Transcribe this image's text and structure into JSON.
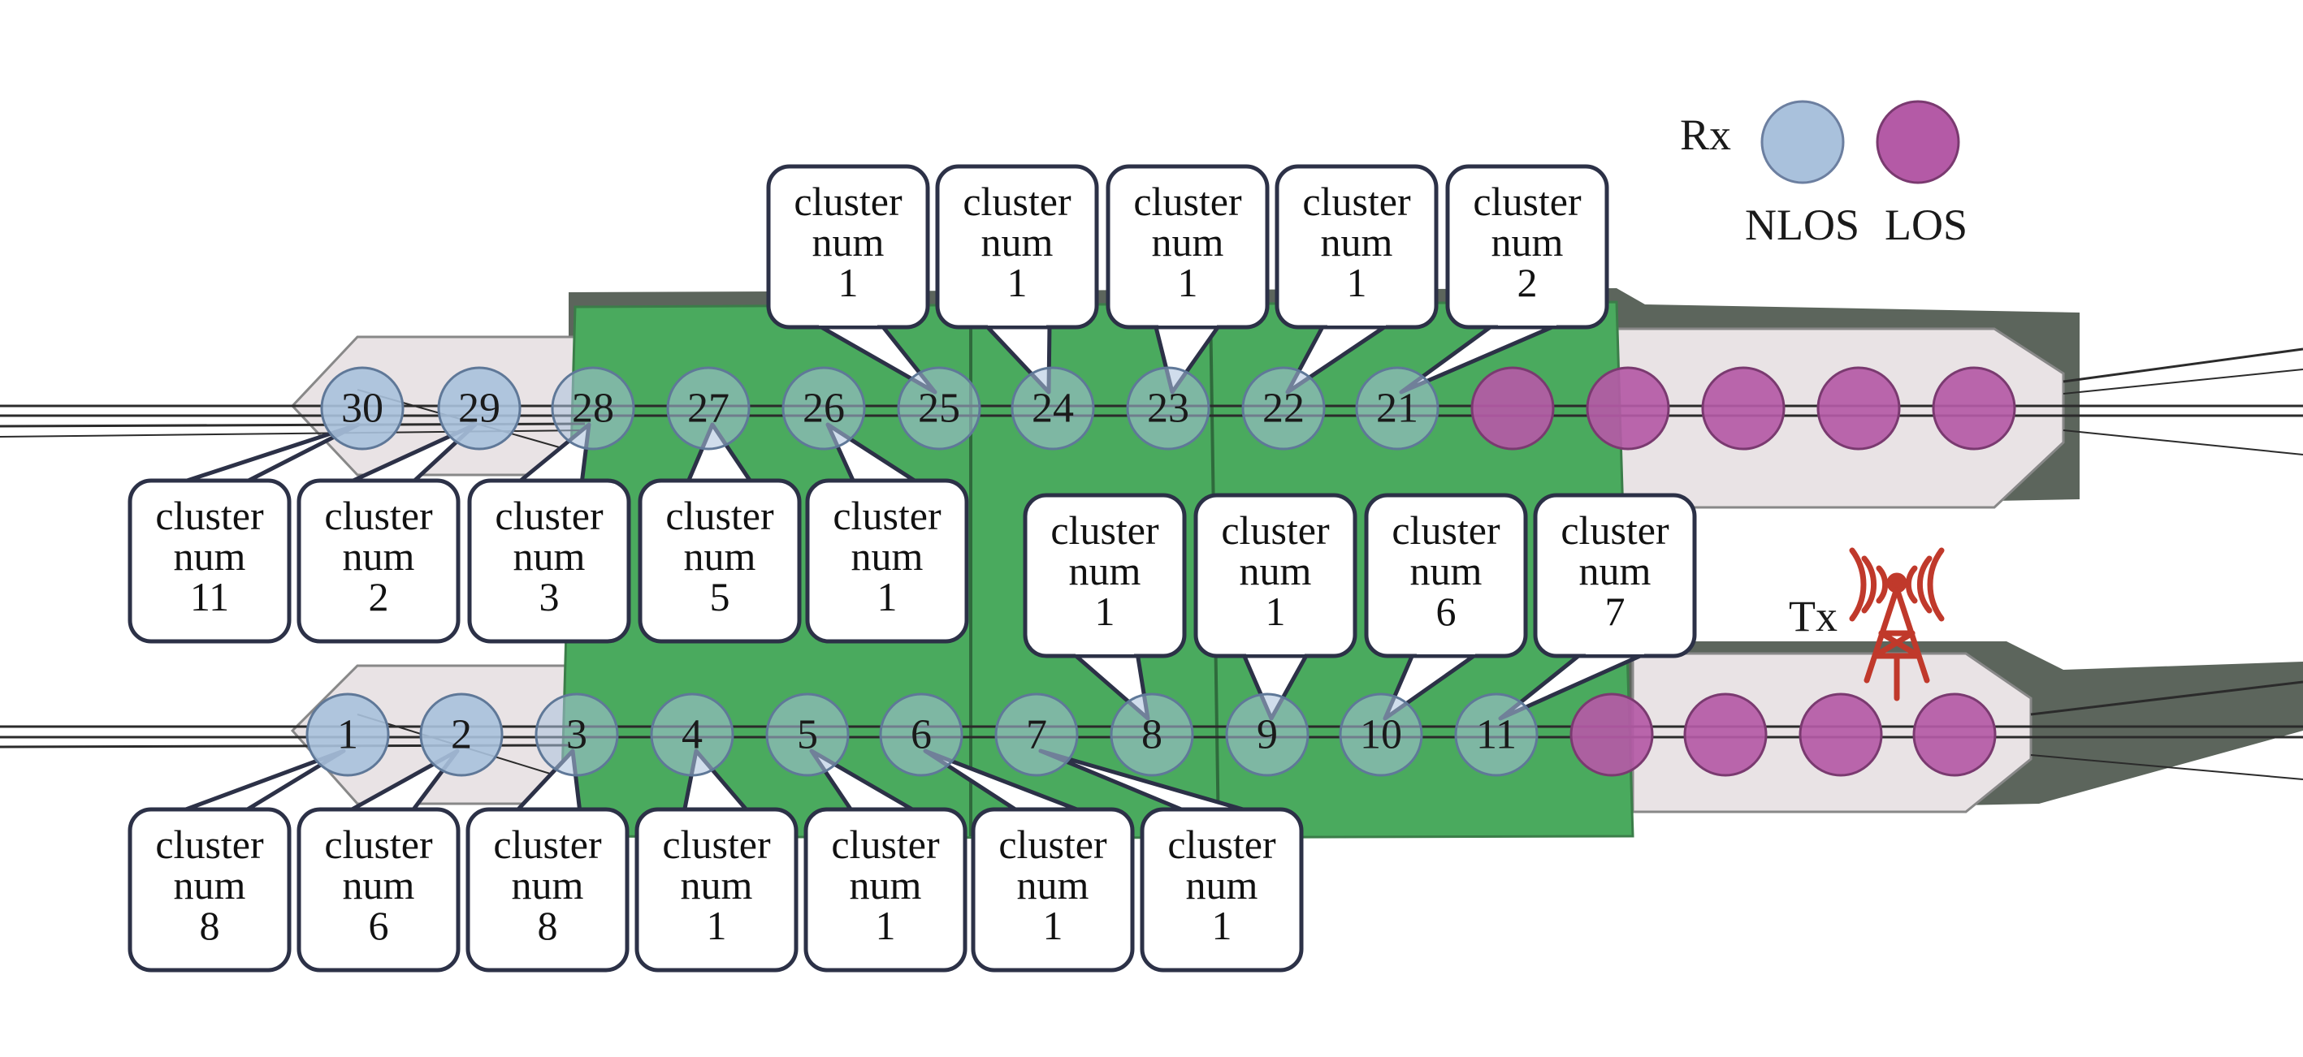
{
  "colors": {
    "nlos": "#a9c1dc",
    "los": "#b45aa6",
    "green": "#4aaa5e",
    "platform": "#e9e3e5",
    "tower": "#c0392b",
    "callout_border": "#2c3147"
  },
  "legend": {
    "rx_label": "Rx",
    "nlos_label": "NLOS",
    "los_label": "LOS",
    "tx_label": "Tx"
  },
  "callout_text": {
    "line1": "cluster",
    "line2": "num"
  },
  "points": [
    {
      "id": "1",
      "type": "NLOS"
    },
    {
      "id": "2",
      "type": "NLOS"
    },
    {
      "id": "3",
      "type": "NLOS"
    },
    {
      "id": "4",
      "type": "NLOS"
    },
    {
      "id": "5",
      "type": "NLOS"
    },
    {
      "id": "6",
      "type": "NLOS"
    },
    {
      "id": "7",
      "type": "NLOS"
    },
    {
      "id": "8",
      "type": "NLOS"
    },
    {
      "id": "9",
      "type": "NLOS"
    },
    {
      "id": "10",
      "type": "NLOS"
    },
    {
      "id": "11",
      "type": "NLOS"
    },
    {
      "id": "",
      "type": "LOS"
    },
    {
      "id": "",
      "type": "LOS"
    },
    {
      "id": "",
      "type": "LOS"
    },
    {
      "id": "",
      "type": "LOS"
    },
    {
      "id": "30",
      "type": "NLOS"
    },
    {
      "id": "29",
      "type": "NLOS"
    },
    {
      "id": "28",
      "type": "NLOS"
    },
    {
      "id": "27",
      "type": "NLOS"
    },
    {
      "id": "26",
      "type": "NLOS"
    },
    {
      "id": "25",
      "type": "NLOS"
    },
    {
      "id": "24",
      "type": "NLOS"
    },
    {
      "id": "23",
      "type": "NLOS"
    },
    {
      "id": "22",
      "type": "NLOS"
    },
    {
      "id": "21",
      "type": "NLOS"
    },
    {
      "id": "",
      "type": "LOS"
    },
    {
      "id": "",
      "type": "LOS"
    },
    {
      "id": "",
      "type": "LOS"
    },
    {
      "id": "",
      "type": "LOS"
    },
    {
      "id": "",
      "type": "LOS"
    }
  ],
  "callouts": [
    {
      "point": "30",
      "value": "11"
    },
    {
      "point": "29",
      "value": "2"
    },
    {
      "point": "28",
      "value": "3"
    },
    {
      "point": "27",
      "value": "5"
    },
    {
      "point": "26",
      "value": "1"
    },
    {
      "point": "25",
      "value": "1"
    },
    {
      "point": "24",
      "value": "1"
    },
    {
      "point": "23",
      "value": "1"
    },
    {
      "point": "22",
      "value": "1"
    },
    {
      "point": "21",
      "value": "2"
    },
    {
      "point": "8",
      "value": "1"
    },
    {
      "point": "9",
      "value": "1"
    },
    {
      "point": "10",
      "value": "6"
    },
    {
      "point": "11",
      "value": "7"
    },
    {
      "point": "1",
      "value": "8"
    },
    {
      "point": "2",
      "value": "6"
    },
    {
      "point": "3",
      "value": "8"
    },
    {
      "point": "4",
      "value": "1"
    },
    {
      "point": "5",
      "value": "1"
    },
    {
      "point": "6",
      "value": "1"
    },
    {
      "point": "7",
      "value": "1"
    }
  ]
}
